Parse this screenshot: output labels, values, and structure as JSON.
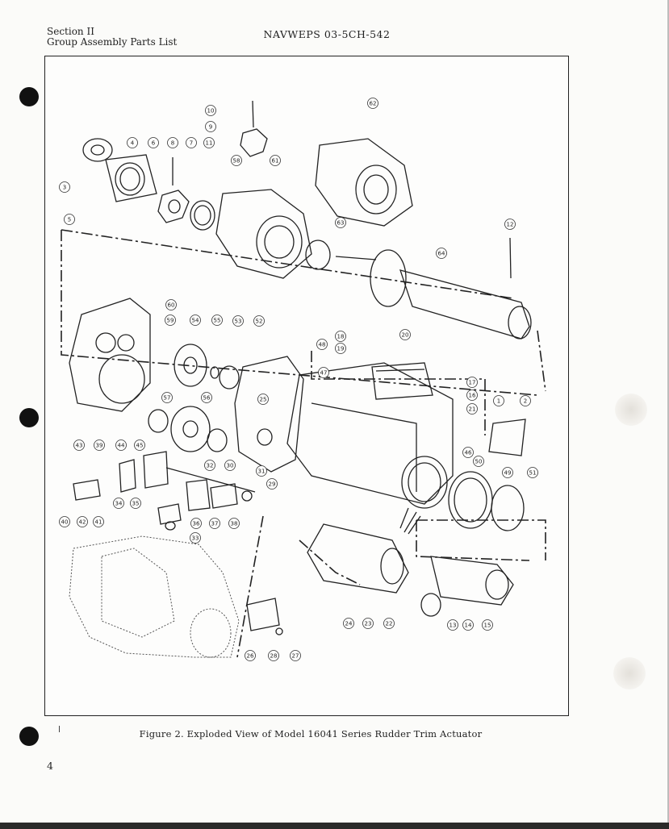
{
  "header": {
    "section": "Section II",
    "subtitle": "Group Assembly Parts List",
    "document_number": "NAVWEPS 03-5CH-542"
  },
  "figure": {
    "caption": "Figure 2.  Exploded View of Model 16041 Series Rudder Trim Actuator",
    "callouts": [
      "1",
      "2",
      "3",
      "4",
      "5",
      "6",
      "7",
      "8",
      "9",
      "10",
      "11",
      "12",
      "13",
      "14",
      "15",
      "16",
      "17",
      "18",
      "19",
      "20",
      "21",
      "22",
      "23",
      "24",
      "25",
      "26",
      "27",
      "28",
      "29",
      "30",
      "31",
      "32",
      "33",
      "34",
      "35",
      "36",
      "37",
      "38",
      "39",
      "40",
      "41",
      "42",
      "43",
      "44",
      "45",
      "46",
      "47",
      "48",
      "49",
      "50",
      "51",
      "52",
      "53",
      "54",
      "55",
      "56",
      "57",
      "58",
      "59",
      "60",
      "61",
      "62",
      "63",
      "64"
    ]
  },
  "page_number": "4"
}
